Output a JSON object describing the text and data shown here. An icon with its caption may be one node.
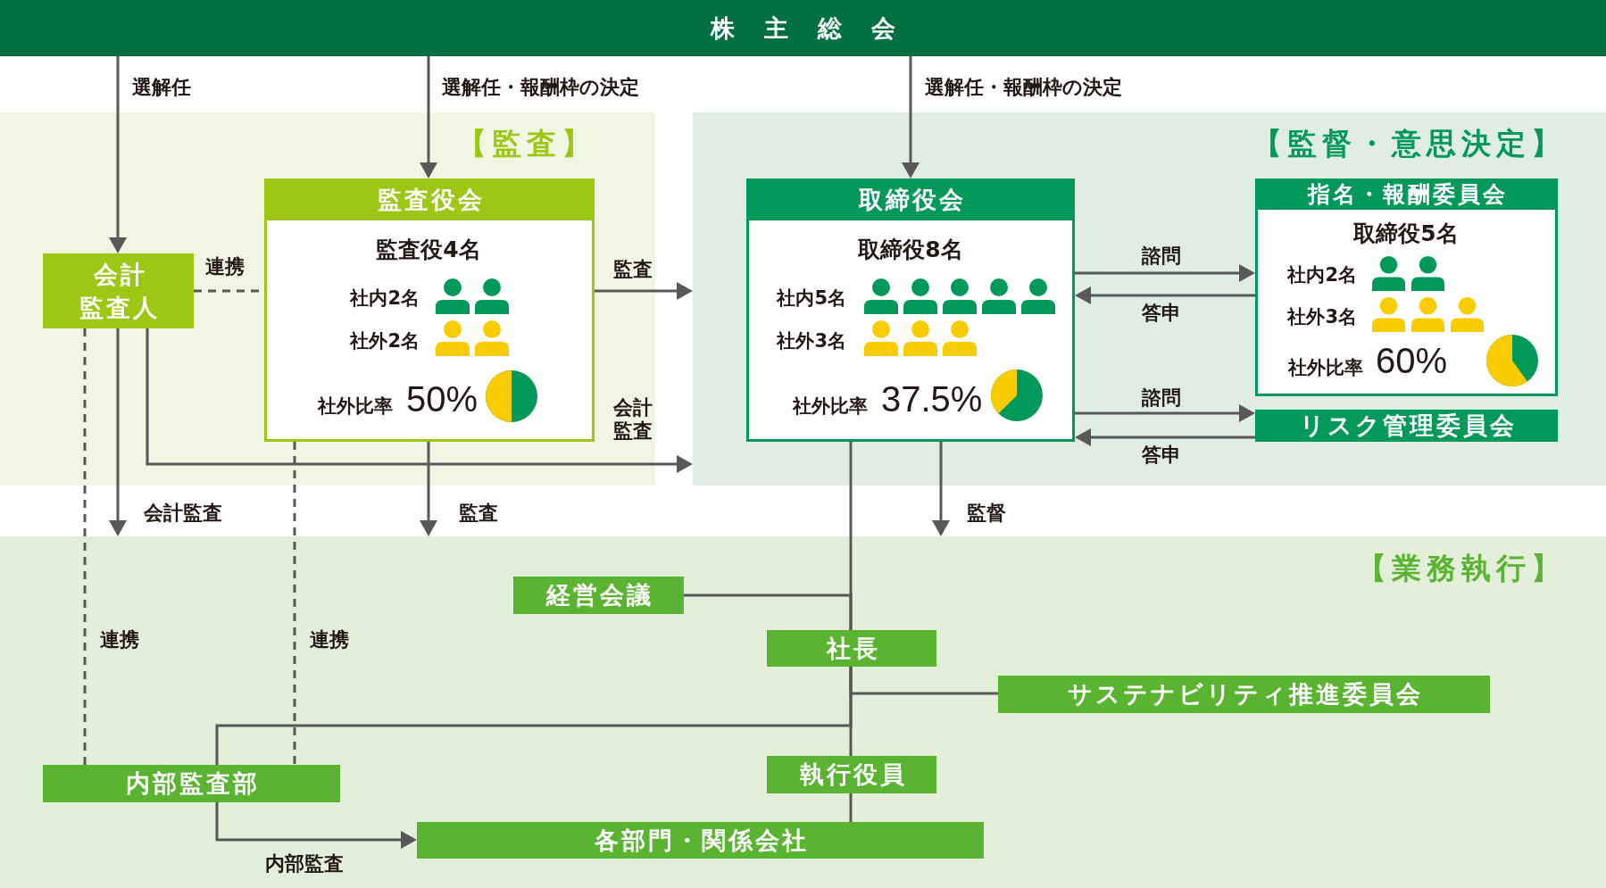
{
  "diagram": {
    "nodes": [
      {
        "text": [
          "株主総会"
        ]
      },
      {
        "text": [
          "【監査】"
        ]
      },
      {
        "text": [
          "会計監査人"
        ],
        "in": 1
      },
      {
        "text": [
          "監査役会",
          "監査役4名",
          "社内2名",
          "社外2名",
          "社外比率",
          "50%"
        ],
        "in": 1
      },
      {
        "text": [
          "【監督・意思決定】"
        ]
      },
      {
        "text": [
          "取締役会",
          "取締役8名",
          "社内5名",
          "社外3名",
          "社外比率",
          "37.5%"
        ],
        "in": 4
      },
      {
        "text": [
          "指名・報酬委員会",
          "取締役5名",
          "社内2名",
          "社外3名",
          "社外比率",
          "60%"
        ],
        "in": 4
      },
      {
        "text": [
          "リスク管理委員会"
        ],
        "in": 4
      },
      {
        "text": [
          "【業務執行】"
        ]
      },
      {
        "text": [
          "経営会議"
        ],
        "in": 8
      },
      {
        "text": [
          "社長"
        ],
        "in": 8
      },
      {
        "text": [
          "サステナビリティ推進委員会"
        ],
        "in": 8
      },
      {
        "text": [
          "内部監査部"
        ],
        "in": 8
      },
      {
        "text": [
          "執行役員"
        ],
        "in": 8
      },
      {
        "text": [
          "各部門・関係会社"
        ],
        "in": 8
      }
    ],
    "edges": [
      {
        "from": 0,
        "to": 2,
        "arrow": "to",
        "label": "選解任"
      },
      {
        "from": 0,
        "to": 3,
        "arrow": "to",
        "label": "選解任・報酬枠の決定"
      },
      {
        "from": 0,
        "to": 5,
        "arrow": "to",
        "label": "選解任・報酬枠の決定"
      },
      {
        "from": 2,
        "to": 3,
        "arrow": "none",
        "label": "連携",
        "style": "dashed"
      },
      {
        "from": 3,
        "to": 4,
        "arrow": "to",
        "label": "監査"
      },
      {
        "from": 2,
        "to": 4,
        "arrow": "to",
        "label": "会計監査"
      },
      {
        "from": 2,
        "to": 8,
        "arrow": "to",
        "label": "会計監査"
      },
      {
        "from": 3,
        "to": 8,
        "arrow": "to",
        "label": "監査"
      },
      {
        "from": 5,
        "to": 8,
        "arrow": "to",
        "label": "監督"
      },
      {
        "from": 5,
        "to": 6,
        "arrow": "to",
        "label": "諮問"
      },
      {
        "from": 6,
        "to": 5,
        "arrow": "to",
        "label": "答申"
      },
      {
        "from": 5,
        "to": 7,
        "arrow": "to",
        "label": "諮問"
      },
      {
        "from": 7,
        "to": 5,
        "arrow": "to",
        "label": "答申"
      },
      {
        "from": 2,
        "to": 12,
        "arrow": "none",
        "label": "連携",
        "style": "dashed"
      },
      {
        "from": 3,
        "to": 12,
        "arrow": "none",
        "label": "連携",
        "style": "dashed"
      },
      {
        "from": 5,
        "to": 10,
        "arrow": "none"
      },
      {
        "from": 10,
        "to": 9,
        "arrow": "none"
      },
      {
        "from": 10,
        "to": 11,
        "arrow": "none"
      },
      {
        "from": 10,
        "to": 12,
        "arrow": "none"
      },
      {
        "from": 10,
        "to": 13,
        "arrow": "none"
      },
      {
        "from": 13,
        "to": 14,
        "arrow": "none"
      },
      {
        "from": 12,
        "to": 14,
        "arrow": "to",
        "label": "内部監査"
      }
    ]
  }
}
